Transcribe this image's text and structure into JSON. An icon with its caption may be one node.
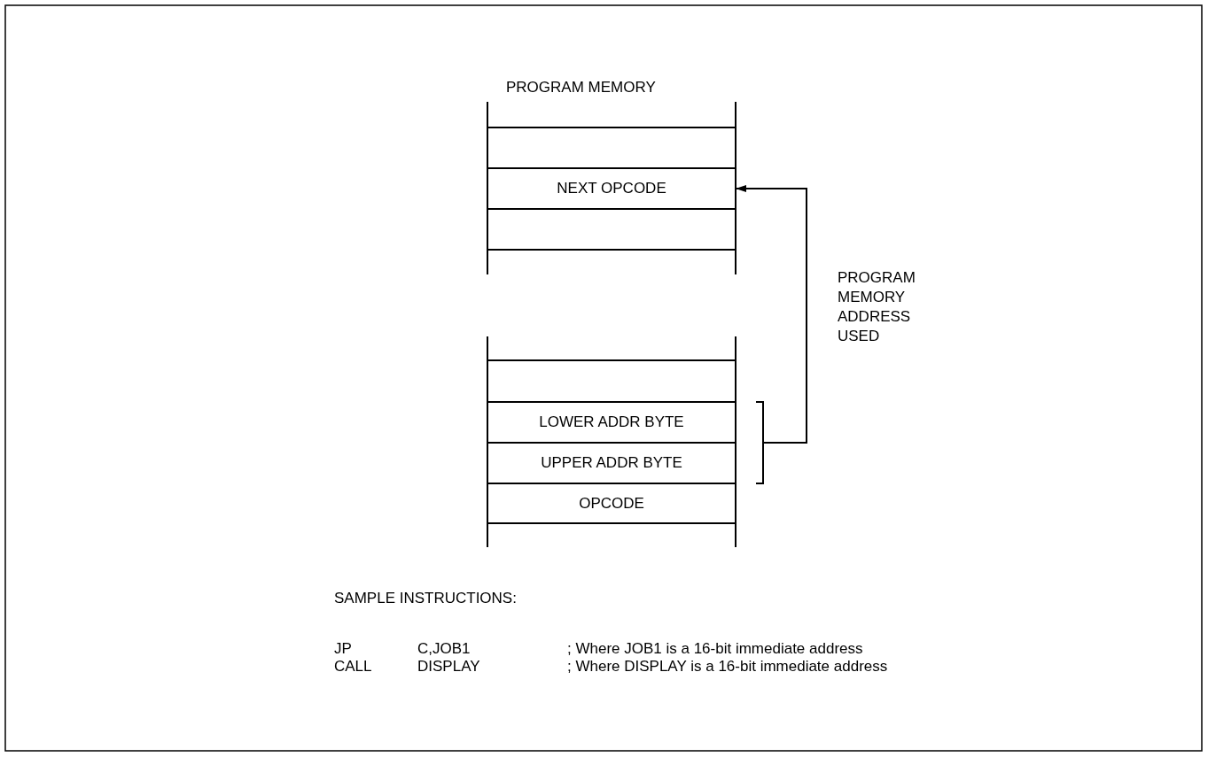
{
  "diagram": {
    "title": "PROGRAM MEMORY",
    "nodes": [
      {
        "text": [],
        "shape": "box"
      },
      {
        "text": [
          "NEXT OPCODE"
        ]
      },
      {
        "text": [],
        "shape": "box"
      },
      {
        "text": [],
        "shape": "box"
      },
      {
        "text": [
          "LOWER ADDR BYTE"
        ]
      },
      {
        "text": [
          "UPPER ADDR BYTE"
        ]
      },
      {
        "text": [
          "OPCODE"
        ]
      },
      {
        "text": [],
        "shape": "bracket"
      }
    ],
    "edges": [
      {
        "from": 7,
        "to": 1,
        "arrow": "to"
      }
    ],
    "labels": [
      "PROGRAM MEMORY ADDRESS USED",
      "SAMPLE INSTRUCTIONS:",
      "JP",
      "C,JOB1",
      "; Where JOB1 is a 16-bit immediate address",
      "CALL",
      "DISPLAY",
      "; Where DISPLAY is a 16-bit immediate address"
    ]
  }
}
